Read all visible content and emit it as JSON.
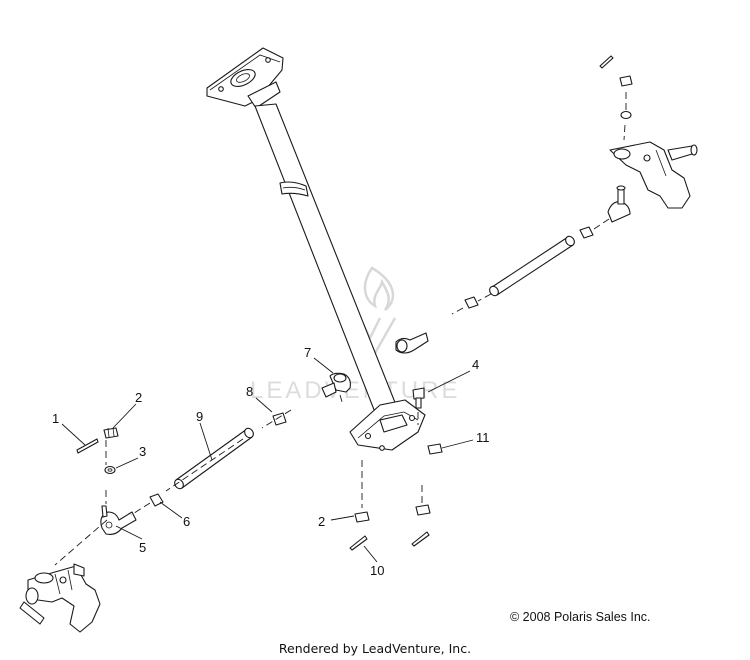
{
  "watermark": {
    "text": "LEADVENTURE"
  },
  "callouts": [
    {
      "id": "1",
      "label": "1"
    },
    {
      "id": "2a",
      "label": "2"
    },
    {
      "id": "3",
      "label": "3"
    },
    {
      "id": "4",
      "label": "4"
    },
    {
      "id": "5",
      "label": "5"
    },
    {
      "id": "6",
      "label": "6"
    },
    {
      "id": "7",
      "label": "7"
    },
    {
      "id": "8",
      "label": "8"
    },
    {
      "id": "9",
      "label": "9"
    },
    {
      "id": "2b",
      "label": "2"
    },
    {
      "id": "10",
      "label": "10"
    },
    {
      "id": "11",
      "label": "11"
    }
  ],
  "copyright": "© 2008 Polaris Sales Inc.",
  "footer": "Rendered by LeadVenture, Inc."
}
